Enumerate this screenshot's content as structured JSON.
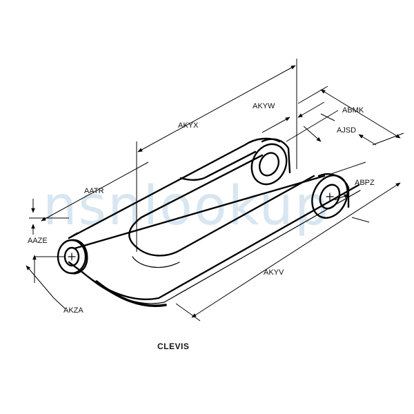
{
  "watermark": "nsnlookup",
  "title": "CLEVIS",
  "labels": {
    "akyx": "AKYX",
    "akyw": "AKYW",
    "abmk": "ABMK",
    "ajsd": "AJSD",
    "aatr": "AATR",
    "abpz": "ABPZ",
    "aaze": "AAZE",
    "akyv": "AKYV",
    "akza": "AKZA"
  }
}
